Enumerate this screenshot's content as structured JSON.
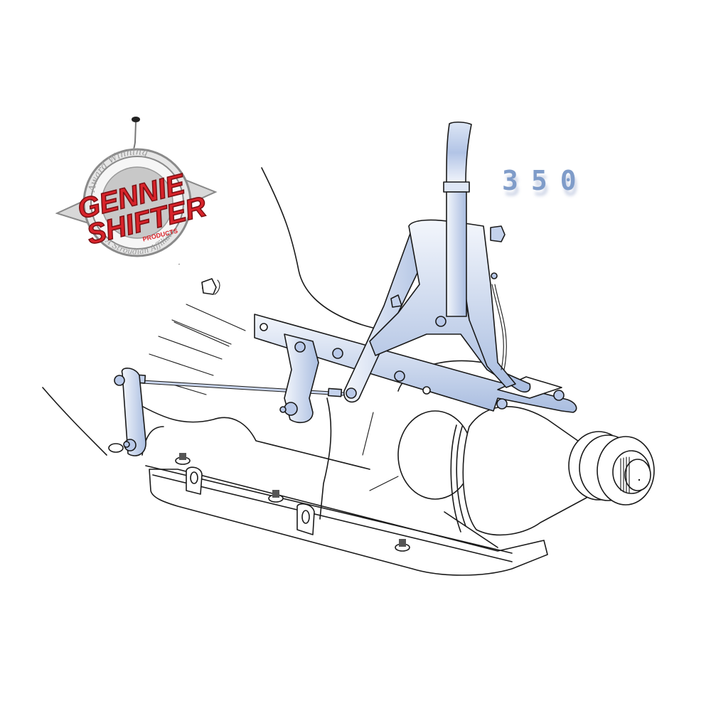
{
  "image": {
    "description": "Technical line illustration of an aftermarket floor shifter assembly mounted on a transmission",
    "model_number": "350",
    "colors": {
      "shifter_blue": "#a9bde0",
      "shifter_blue_light": "#e6ecf8",
      "model_text": "#7f9cc9",
      "logo_red": "#d8232a",
      "logo_gray": "#9a9a9a",
      "line": "#1a1a1a",
      "background": "#ffffff"
    }
  },
  "logo": {
    "top_arc_text": "Award Winning",
    "line1": "GENNIE",
    "line2": "SHIFTER",
    "sub_text": "PRODUCTS",
    "bottom_arc_text": "A Stroudian Affiliate"
  }
}
